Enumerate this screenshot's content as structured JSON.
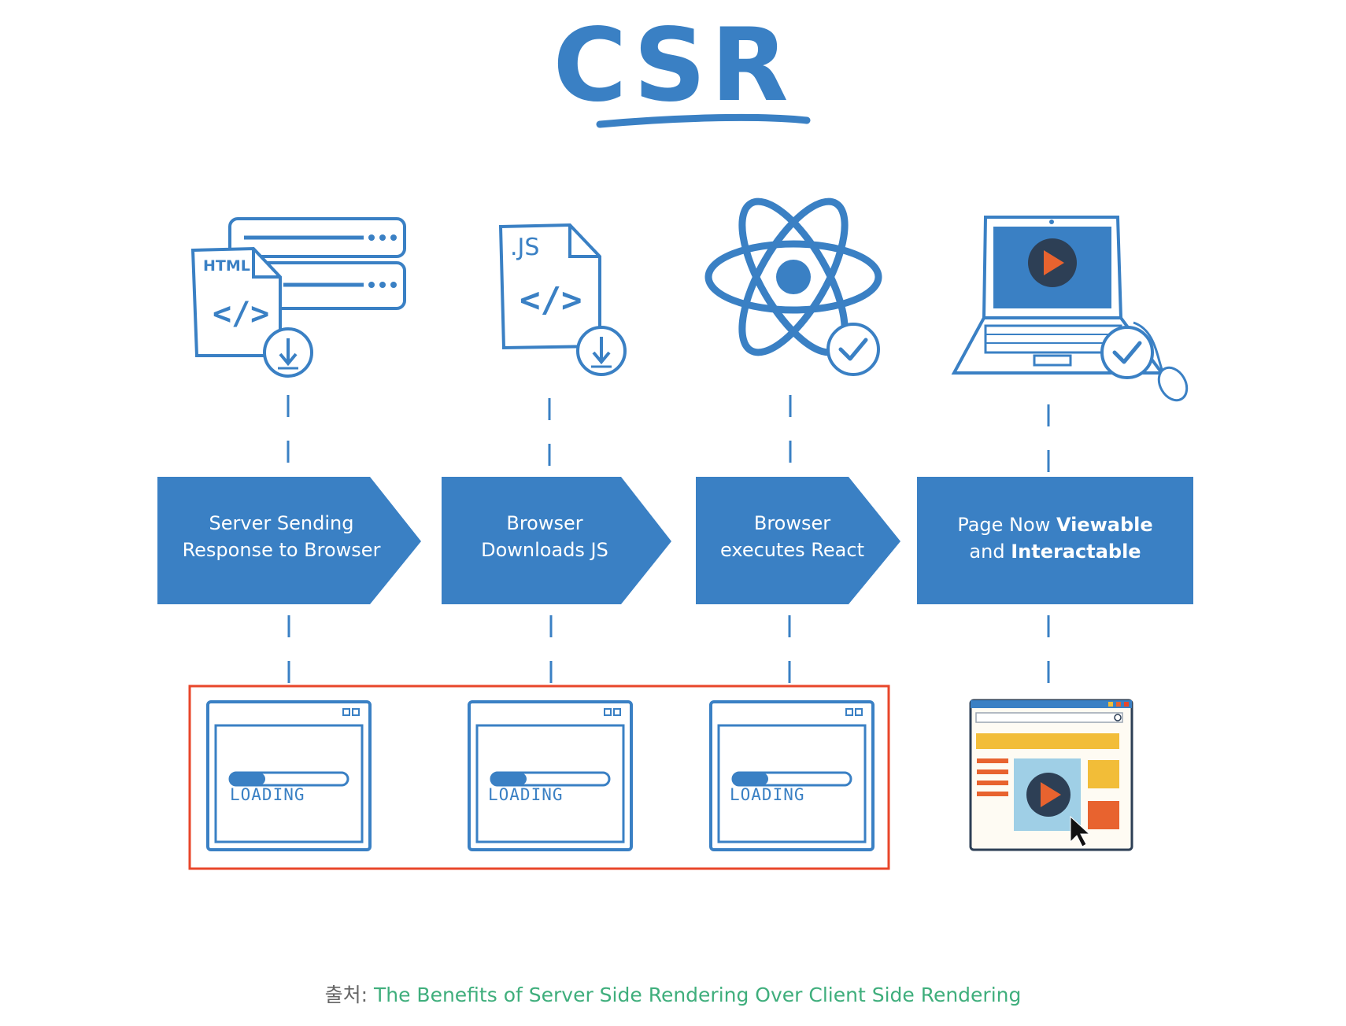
{
  "title": "CSR",
  "steps": [
    {
      "line1": "Server Sending",
      "line2": "Response to Browser"
    },
    {
      "line1": "Browser",
      "line2": "Downloads JS"
    },
    {
      "line1": "Browser",
      "line2": "executes React"
    },
    {
      "line1_a": "Page Now ",
      "line1_b": "Viewable",
      "line2_a": "and ",
      "line2_b": "Interactable"
    }
  ],
  "icons": {
    "html_label": "HTML",
    "js_label": ".JS",
    "code_glyph": "</>"
  },
  "loading_label": "LOADING",
  "loading_progress": 0.3,
  "colors": {
    "primary_blue": "#3a80c4",
    "highlight_red": "#e8462a",
    "link_green": "#3fae7c",
    "accent_yellow": "#f2bd38",
    "accent_orange": "#e8632f"
  },
  "caption": {
    "prefix": "출처: ",
    "link_text": "The Benefits of Server Side Rendering Over Client Side Rendering"
  }
}
